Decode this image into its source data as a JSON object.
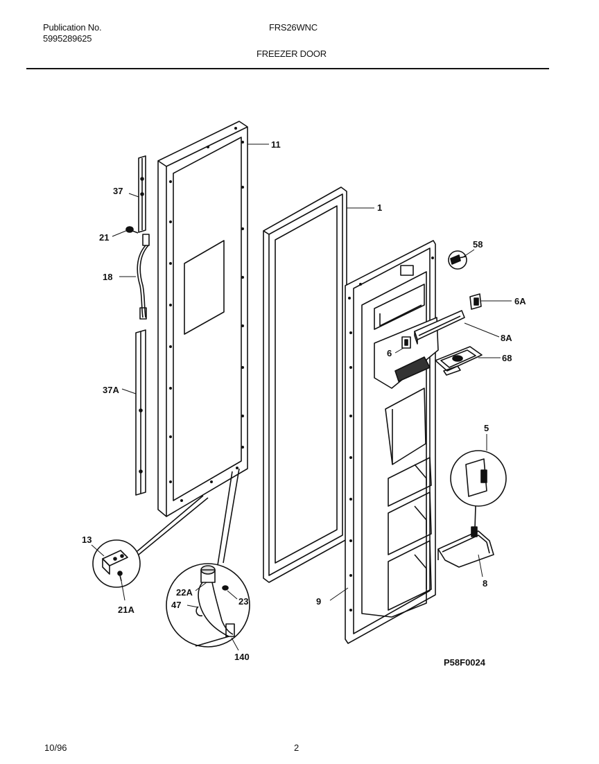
{
  "header": {
    "publication_label": "Publication No.",
    "publication_number": "5995289625",
    "model": "FRS26WNC",
    "section_title": "FREEZER DOOR"
  },
  "callouts": {
    "c11": "11",
    "c1": "1",
    "c37": "37",
    "c21": "21",
    "c18": "18",
    "c37a": "37A",
    "c13": "13",
    "c21a": "21A",
    "c22a": "22A",
    "c47": "47",
    "c23": "23",
    "c140": "140",
    "c9": "9",
    "c58": "58",
    "c6a": "6A",
    "c8a": "8A",
    "c6": "6",
    "c68": "68",
    "c5": "5",
    "c8": "8"
  },
  "figure_code": "P58F0024",
  "footer": {
    "date": "10/96",
    "page": "2"
  }
}
